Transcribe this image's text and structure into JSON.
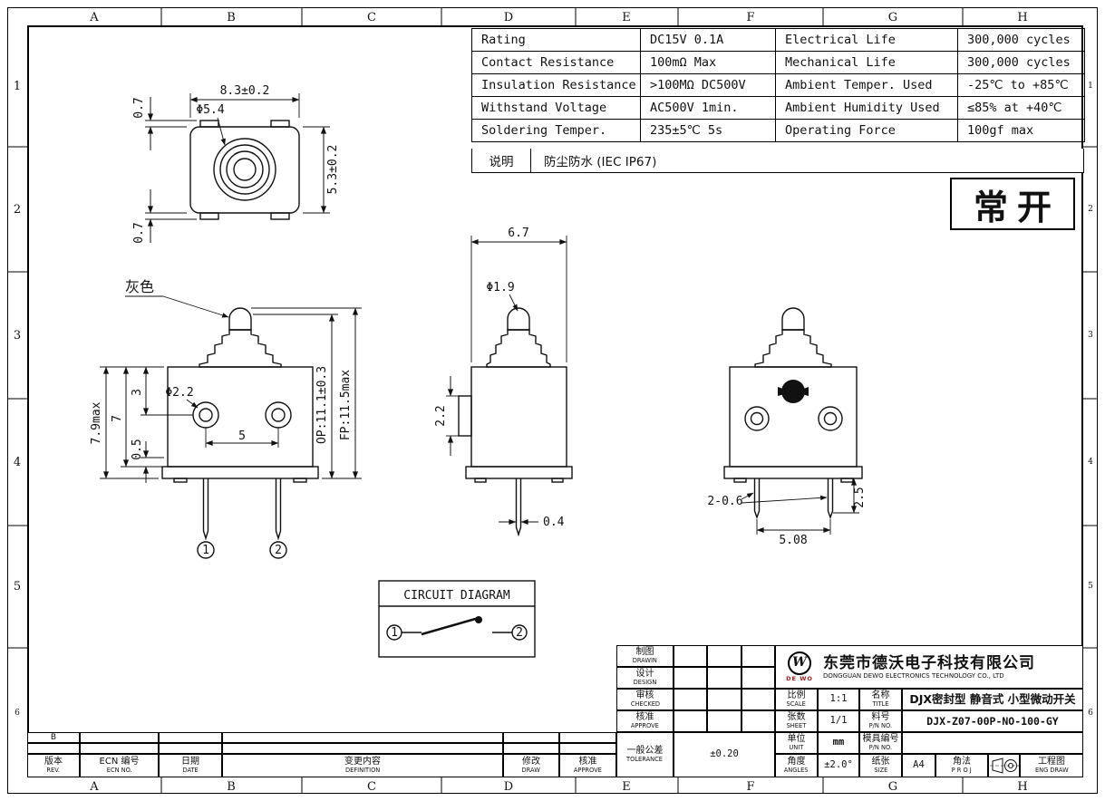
{
  "frame": {
    "cols": [
      "A",
      "B",
      "C",
      "D",
      "E",
      "F",
      "G",
      "H"
    ],
    "rows": [
      "1",
      "2",
      "3",
      "4",
      "5",
      "6"
    ]
  },
  "spec_table": {
    "rows": [
      [
        "Rating",
        "DC15V 0.1A",
        "Electrical Life",
        "300,000 cycles"
      ],
      [
        "Contact Resistance",
        "100mΩ Max",
        "Mechanical Life",
        "300,000 cycles"
      ],
      [
        "Insulation Resistance",
        ">100MΩ DC500V",
        "Ambient Temper. Used",
        "-25℃ to +85℃"
      ],
      [
        "Withstand Voltage",
        "AC500V 1min.",
        "Ambient Humidity Used",
        "≤85% at +40℃"
      ],
      [
        "Soldering Temper.",
        "235±5℃ 5s",
        "Operating Force",
        "100gf max"
      ]
    ],
    "note_label": "说明",
    "note_value": "防尘防水 (IEC IP67)"
  },
  "stamp": {
    "text": "常开"
  },
  "views": {
    "top": {
      "dim_width": "8.3±0.2",
      "dim_dia": "Φ5.4",
      "dim_depth": "5.3±0.2",
      "dim_tab_top": "0.7",
      "dim_tab_bottom": "0.7"
    },
    "front": {
      "color_label": "灰色",
      "dim_height": "7.9max",
      "dim_body": "7",
      "dim_top_offset": "3",
      "dim_small": "0.5",
      "dim_pitch": "5",
      "dim_hole": "Φ2.2",
      "dim_op": "OP:11.1±0.3",
      "dim_fp": "FP:11.5max",
      "terminal1": "1",
      "terminal2": "2"
    },
    "side": {
      "dim_width": "6.7",
      "dim_plunger": "Φ1.9",
      "dim_tab": "2.2",
      "dim_leg_width": "0.4"
    },
    "back": {
      "dim_legs": "2-0.6",
      "dim_leg_pitch": "5.08",
      "dim_leg_length": "2.5"
    },
    "circuit": {
      "title": "CIRCUIT DIAGRAM",
      "terminal1": "1",
      "terminal2": "2"
    }
  },
  "title_block": {
    "company_cn": "东莞市德沃电子科技有限公司",
    "company_en": "DONGGUAN DEWO ELECTRONICS TECHNOLOGY CO., LTD",
    "logo_text": "DE WO",
    "logo_letter": "W",
    "approvals": [
      {
        "cn": "制图",
        "en": "DRAWIN"
      },
      {
        "cn": "设计",
        "en": "DESIGN"
      },
      {
        "cn": "审核",
        "en": "CHECKED"
      },
      {
        "cn": "核准",
        "en": "APPROVE"
      }
    ],
    "tolerance": {
      "cn": "一般公差",
      "en": "TOLERANCE",
      "value": "±0.20"
    },
    "scale": {
      "cn": "比例",
      "en": "SCALE",
      "value": "1:1"
    },
    "title": {
      "cn": "名称",
      "en": "TITLE",
      "value": "DJX密封型 静音式 小型微动开关"
    },
    "sheet": {
      "cn": "张数",
      "en": "SHEET",
      "value": "1/1"
    },
    "part_no": {
      "cn": "料号",
      "en": "P/N NO.",
      "value": "DJX-Z07-00P-NO-100-GY"
    },
    "unit": {
      "cn": "单位",
      "en": "UNIT",
      "value": "mm"
    },
    "mold_no": {
      "cn": "模具编号",
      "en": "P/N NO.",
      "value": ""
    },
    "angles": {
      "cn": "角度",
      "en": "ANGLES",
      "value": "±2.0°"
    },
    "size": {
      "cn": "纸张",
      "en": "SIZE",
      "value": "A4"
    },
    "projection": {
      "cn": "角法",
      "en": "P R O J"
    },
    "eng_draw": {
      "cn": "工程图",
      "en": "ENG DRAW"
    }
  },
  "revision_strip": {
    "rev_letter": "B",
    "headers": [
      {
        "cn": "版本",
        "en": "REV."
      },
      {
        "cn": "ECN 编号",
        "en": "ECN NO."
      },
      {
        "cn": "日期",
        "en": "DATE"
      },
      {
        "cn": "变更内容",
        "en": "DEFINITION"
      },
      {
        "cn": "修改",
        "en": "DRAW"
      },
      {
        "cn": "核准",
        "en": "APPROVE"
      }
    ]
  }
}
